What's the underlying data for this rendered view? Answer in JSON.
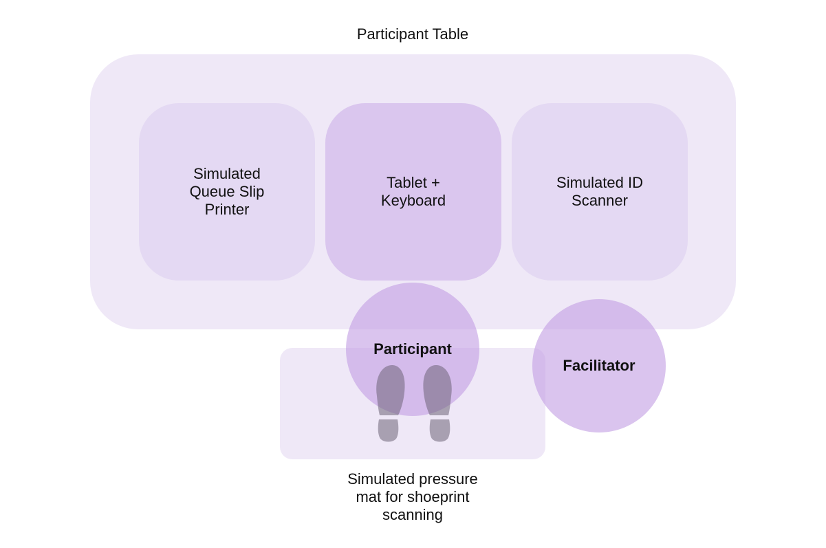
{
  "table": {
    "title": "Participant Table"
  },
  "stations": [
    {
      "label": "Simulated\nQueue Slip\nPrinter"
    },
    {
      "label": "Tablet +\nKeyboard"
    },
    {
      "label": "Simulated ID\nScanner"
    }
  ],
  "people": {
    "participant": "Participant",
    "facilitator": "Facilitator"
  },
  "mat": {
    "caption": "Simulated pressure\nmat for shoeprint\nscanning"
  },
  "colors": {
    "lavender": "#e9e1f4",
    "purple": "#c3a0e4",
    "footprint": "#8a8392"
  },
  "icons": {
    "feet": "footprints-icon"
  }
}
